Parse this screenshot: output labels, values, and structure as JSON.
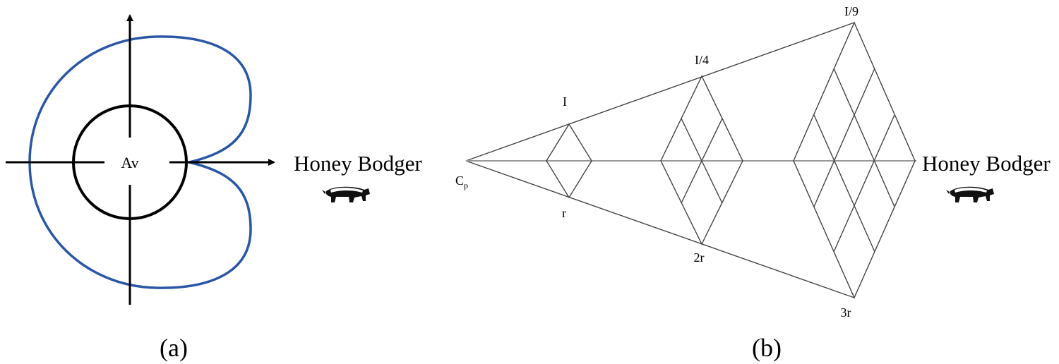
{
  "panel_a": {
    "center_label": "Av",
    "target_label": "Honey Bodger",
    "caption": "(a)",
    "curve_color": "#2a57a5"
  },
  "panel_b": {
    "labels": {
      "top_1": "I",
      "top_2": "I/4",
      "top_3": "I/9",
      "bottom_1": "r",
      "bottom_2": "2r",
      "bottom_3": "3r",
      "origin_main": "C",
      "origin_sub": "p"
    },
    "target_label": "Honey Bodger",
    "caption": "(b)"
  },
  "icons": [
    "honey-badger-icon"
  ]
}
